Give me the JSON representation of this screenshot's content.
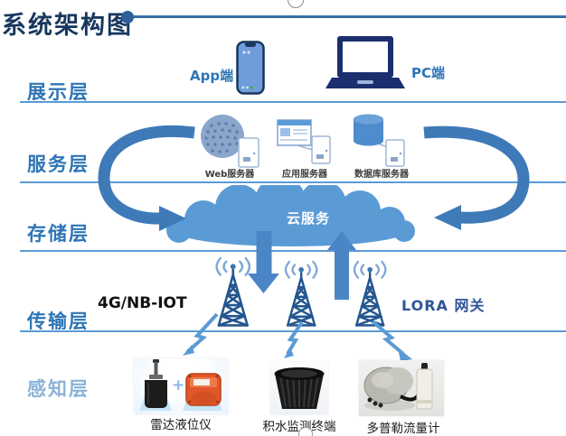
{
  "title": "系统架构图",
  "layers": [
    {
      "id": "presentation",
      "label": "展示层"
    },
    {
      "id": "service",
      "label": "服务层"
    },
    {
      "id": "storage",
      "label": "存储层"
    },
    {
      "id": "transmission",
      "label": "传输层"
    },
    {
      "id": "perception",
      "label": "感知层"
    }
  ],
  "presentation_layer": {
    "app_client": "App端",
    "pc_client": "PC端"
  },
  "service_layer": {
    "servers": [
      {
        "label": "Web服务器"
      },
      {
        "label": "应用服务器"
      },
      {
        "label": "数据库服务器"
      }
    ]
  },
  "storage_layer": {
    "cloud": "云服务"
  },
  "transmission_layer": {
    "left_network": "4G/NB-IOT",
    "right_network": "LORA 网关"
  },
  "perception_layer": {
    "plus_sign": "+",
    "devices": [
      {
        "label": "雷达液位仪"
      },
      {
        "label": "积水监测终端"
      },
      {
        "label": "多普勒流量计"
      }
    ]
  },
  "icons": {
    "phone": "smartphone-icon",
    "laptop": "laptop-icon",
    "globe": "web-server-globe-icon",
    "window": "app-server-window-icon",
    "cylinder": "database-cylinder-icon",
    "cloud": "cloud-icon",
    "tower": "signal-tower-icon",
    "lightning": "lightning-bolt-icon"
  },
  "colors": {
    "title_navy": "#17375E",
    "layer_blue": "#2E75B6",
    "line_blue": "#5B9BD5",
    "cloud_blue": "#5B9BD5",
    "arrow_blue": "#4a86c6",
    "swoosh_blue": "#3f7ab8",
    "tower_blue": "#24568f",
    "signal_blue": "#7fa8d8",
    "device_orange": "#e2572b",
    "text_black": "#1a1a1a"
  }
}
